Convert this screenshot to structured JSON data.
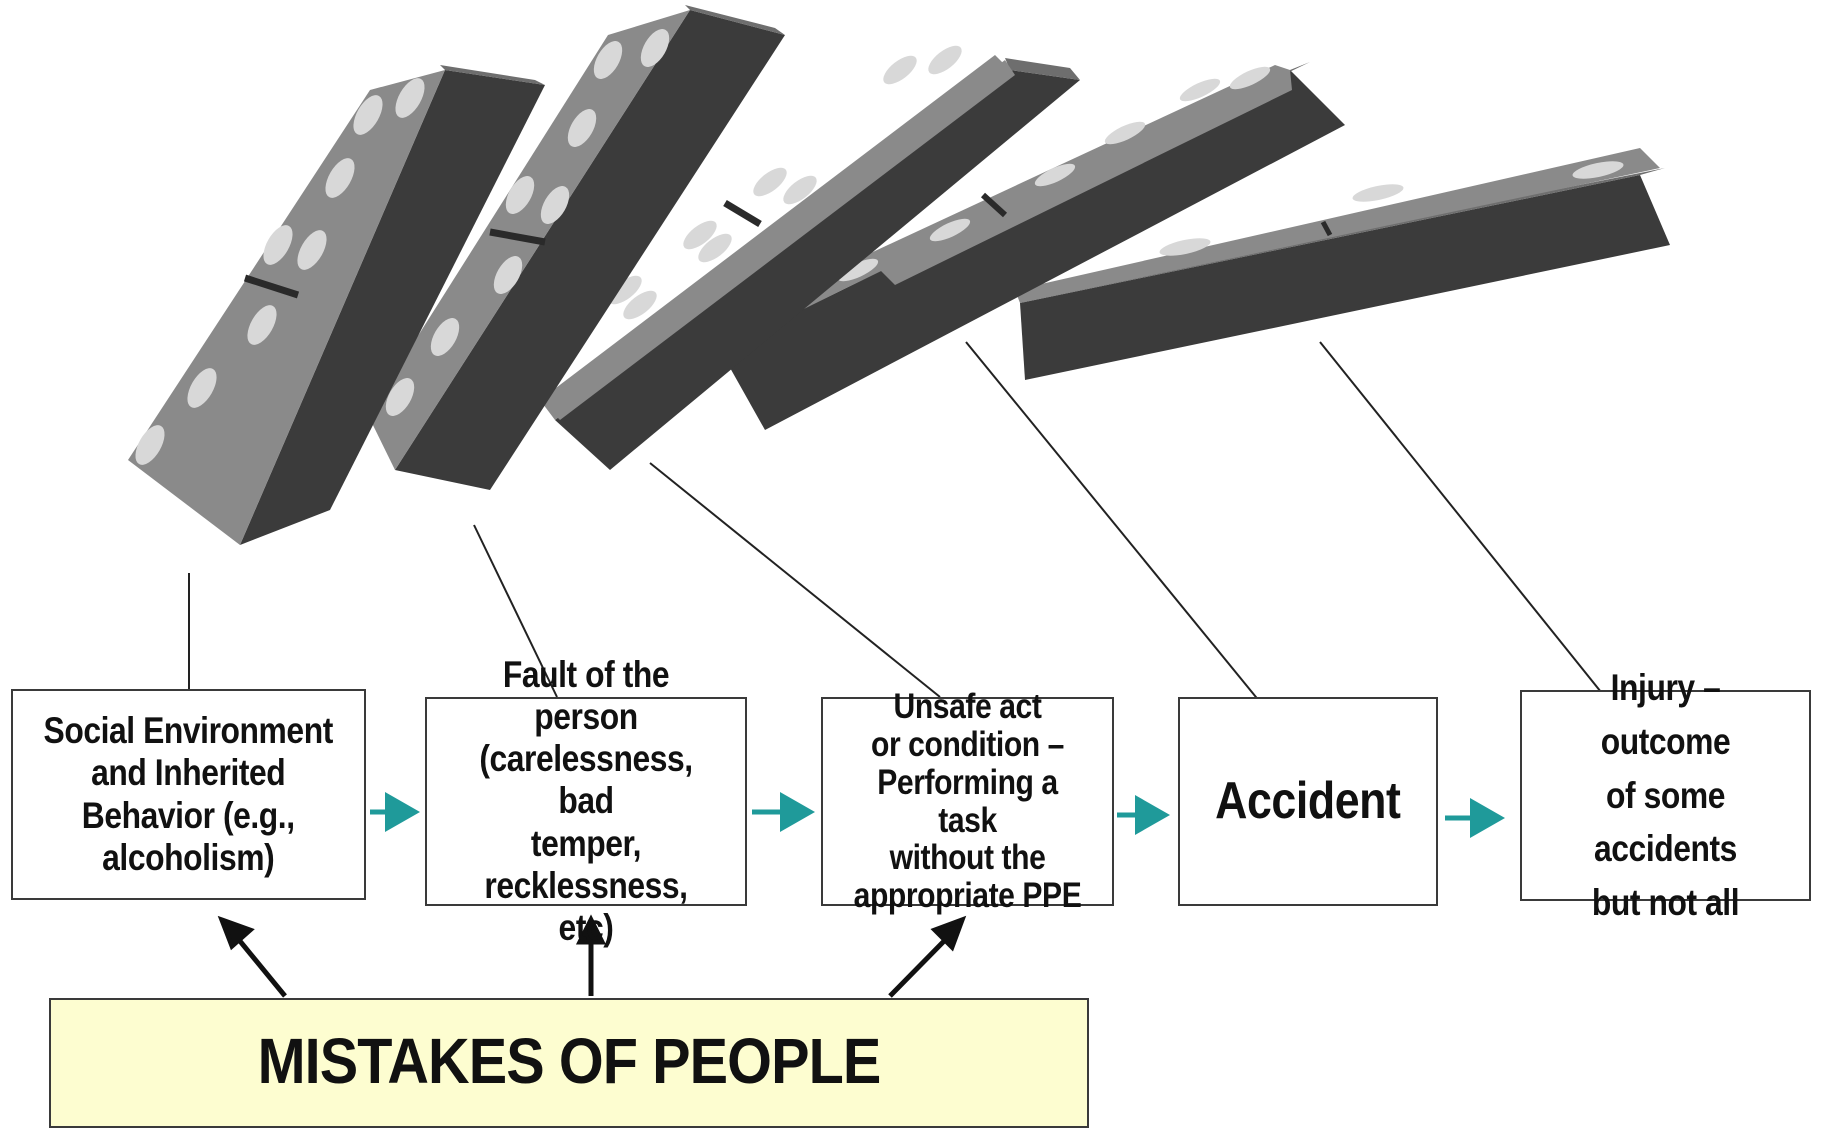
{
  "boxes": [
    {
      "label": "Social Environment\nand Inherited\nBehavior (e.g.,\nalcoholism)"
    },
    {
      "label": "Fault of the person\n(carelessness, bad\ntemper,\nrecklessness, etc)"
    },
    {
      "label": "Unsafe act\nor condition –\nPerforming a task\nwithout the\nappropriate PPE"
    },
    {
      "label": "Accident"
    },
    {
      "label": "Injury – outcome\nof some accidents\nbut not all"
    }
  ],
  "mistakes_label": "MISTAKES OF PEOPLE",
  "colors": {
    "domino_face": "#8a8a8a",
    "domino_side": "#3b3b3b",
    "domino_top": "#6e6e6e",
    "pip": "#d8d8d8",
    "flow_arrow": "#1f9a9a",
    "mistakes_bg": "#fdfdd0",
    "line": "#222222"
  }
}
